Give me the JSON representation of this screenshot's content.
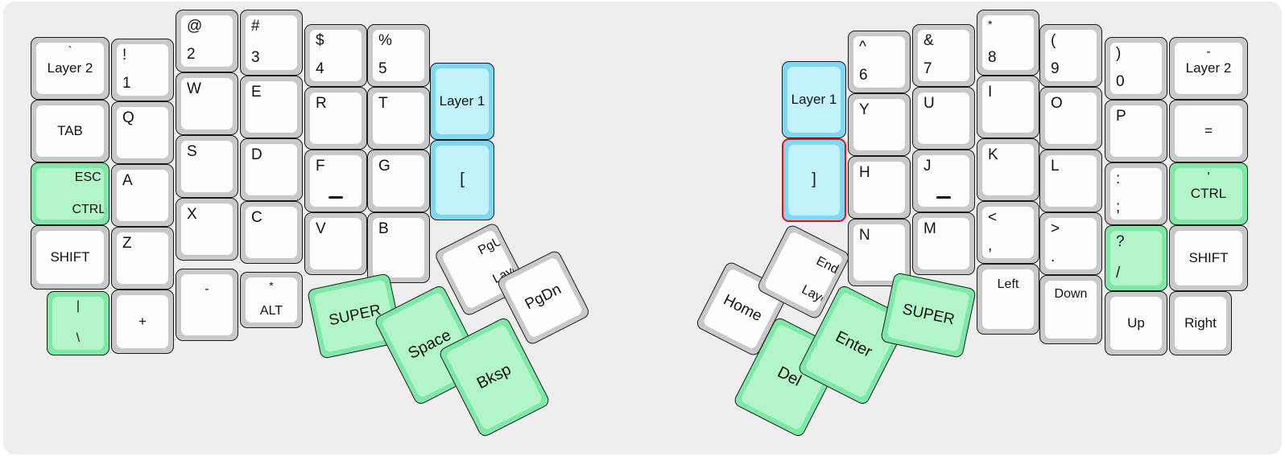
{
  "app": {
    "title": "Keyboard Layout Editor",
    "layout_name": "Split Ergonomic Keyboard",
    "background_color": "#eeeeee",
    "selected_key": "]"
  },
  "legend_colors": {
    "normal_outer": "#c9c9c9",
    "normal_cap": "#fdfdfd",
    "green_outer": "#7ee8a6",
    "green_cap": "#b2f5c9",
    "blue_outer": "#7fd7f2",
    "blue_cap": "#c2f2fb",
    "selection_border": "#f20d0d",
    "outline": "#1a1a1a"
  },
  "left_half": {
    "name": "left-half",
    "columns": [
      {
        "name": "pinky-outer",
        "keys": [
          {
            "center": "Layer 2",
            "top_center": "`"
          },
          {
            "center": "TAB"
          },
          {
            "center": "ESC",
            "center2": "CTRL",
            "color": "green"
          },
          {
            "center": "SHIFT"
          },
          {
            "top_center": "|",
            "bottom_center": "\\",
            "color": "green"
          }
        ]
      },
      {
        "name": "pinky",
        "keys": [
          {
            "top_left": "!",
            "bottom_left": "1"
          },
          {
            "top_left": "Q"
          },
          {
            "top_left": "A"
          },
          {
            "top_left": "Z"
          },
          {
            "center": "+"
          }
        ]
      },
      {
        "name": "ring",
        "keys": [
          {
            "top_left": "@",
            "bottom_left": "2"
          },
          {
            "top_left": "W"
          },
          {
            "top_left": "S"
          },
          {
            "top_left": "X"
          },
          {
            "center": "-"
          }
        ]
      },
      {
        "name": "middle",
        "keys": [
          {
            "top_left": "#",
            "bottom_left": "3"
          },
          {
            "top_left": "E"
          },
          {
            "top_left": "D"
          },
          {
            "top_left": "C"
          },
          {
            "top_center": "*",
            "center": "ALT"
          }
        ]
      },
      {
        "name": "index",
        "keys": [
          {
            "top_left": "$",
            "bottom_left": "4"
          },
          {
            "top_left": "R"
          },
          {
            "top_left": "F",
            "homing": true
          },
          {
            "top_left": "V"
          }
        ]
      },
      {
        "name": "index-inner",
        "keys": [
          {
            "top_left": "%",
            "bottom_left": "5"
          },
          {
            "top_left": "T"
          },
          {
            "top_left": "G"
          },
          {
            "top_left": "B"
          }
        ]
      },
      {
        "name": "thumb-column",
        "keys": [
          {
            "center": "Layer 1",
            "color": "blue"
          },
          {
            "center": "[",
            "color": "blue"
          }
        ]
      }
    ],
    "thumb_cluster": [
      {
        "name": "super",
        "center": "SUPER",
        "color": "green"
      },
      {
        "name": "pgup-layer3",
        "center": "PgUp",
        "center2": "Layer 3"
      },
      {
        "name": "pgdn",
        "center": "PgDn"
      },
      {
        "name": "space",
        "center": "Space",
        "color": "green"
      },
      {
        "name": "bksp",
        "center": "Bksp",
        "color": "green"
      }
    ]
  },
  "right_half": {
    "name": "right-half",
    "columns": [
      {
        "name": "thumb-column",
        "keys": [
          {
            "center": "Layer 1",
            "color": "blue"
          },
          {
            "center": "]",
            "color": "blue",
            "selected": true
          }
        ]
      },
      {
        "name": "index-inner",
        "keys": [
          {
            "top_left": "^",
            "bottom_left": "6"
          },
          {
            "top_left": "Y"
          },
          {
            "top_left": "H"
          },
          {
            "top_left": "N"
          }
        ]
      },
      {
        "name": "index",
        "keys": [
          {
            "top_left": "&",
            "bottom_left": "7"
          },
          {
            "top_left": "U"
          },
          {
            "top_left": "J",
            "homing": true
          },
          {
            "top_left": "M"
          }
        ]
      },
      {
        "name": "middle",
        "keys": [
          {
            "top_left": "*",
            "bottom_left": "8"
          },
          {
            "top_left": "I"
          },
          {
            "top_left": "K"
          },
          {
            "top_left": "<",
            "bottom_left": ","
          },
          {
            "center": "Left"
          }
        ]
      },
      {
        "name": "ring",
        "keys": [
          {
            "top_left": "(",
            "bottom_left": "9"
          },
          {
            "top_left": "O"
          },
          {
            "top_left": "L"
          },
          {
            "top_left": ">",
            "bottom_left": "."
          },
          {
            "center": "Down"
          }
        ]
      },
      {
        "name": "pinky",
        "keys": [
          {
            "top_left": ")",
            "bottom_left": "0"
          },
          {
            "top_left": "P"
          },
          {
            "top_left": ":",
            "bottom_left": ";"
          },
          {
            "top_left": "?",
            "bottom_left": "/",
            "color": "green"
          },
          {
            "center": "Up"
          }
        ]
      },
      {
        "name": "pinky-outer",
        "keys": [
          {
            "top_center": "-",
            "center": "Layer 2"
          },
          {
            "center": "="
          },
          {
            "top_center": "'",
            "center": "CTRL",
            "color": "green"
          },
          {
            "center": "SHIFT"
          },
          {
            "center": "Right"
          }
        ]
      }
    ],
    "thumb_cluster": [
      {
        "name": "home",
        "center": "Home"
      },
      {
        "name": "end-layer3",
        "center": "End",
        "center2": "Layer 3"
      },
      {
        "name": "del",
        "center": "Del",
        "color": "green"
      },
      {
        "name": "enter",
        "center": "Enter",
        "color": "green"
      },
      {
        "name": "super",
        "center": "SUPER",
        "color": "green"
      }
    ]
  }
}
